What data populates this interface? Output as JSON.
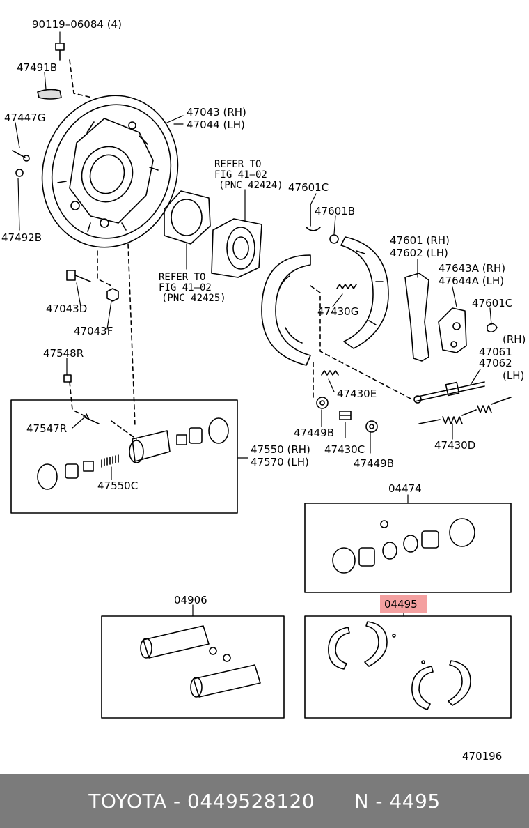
{
  "labels": {
    "p90119": "90119–06084 (4)",
    "p47491B": "47491B",
    "p47447G": "47447G",
    "p47492B": "47492B",
    "p47043rh": "47043 (RH)",
    "p47044lh": "47044 (LH)",
    "refer1_a": "REFER TO",
    "refer1_b": "FIG 41–02",
    "refer1_c": "(PNC 42424)",
    "refer2_a": "REFER TO",
    "refer2_b": "FIG 41–02",
    "refer2_c": "(PNC 42425)",
    "p47601C_top": "47601C",
    "p47601B": "47601B",
    "p47601rh": "47601 (RH)",
    "p47602lh": "47602 (LH)",
    "p47643A": "47643A (RH)",
    "p47644A": "47644A (LH)",
    "p47601C_right": "47601C",
    "p47061rh": "(RH)",
    "p47061": "47061",
    "p47062": "47062",
    "p47062lh": "(LH)",
    "p47043D": "47043D",
    "p47043F": "47043F",
    "p47430G": "47430G",
    "p47548R": "47548R",
    "p47430E": "47430E",
    "p47547R": "47547R",
    "p47449B_left": "47449B",
    "p47430C": "47430C",
    "p47449B_right": "47449B",
    "p47430D": "47430D",
    "p47550rh": "47550 (RH)",
    "p47570lh": "47570 (LH)",
    "p47550C": "47550C",
    "p04474": "04474",
    "p04906": "04906",
    "p04495": "04495",
    "diagram_id": "470196"
  },
  "highlight_color": "#f4a0a0",
  "footer": {
    "brand": "TOYOTA",
    "part_number": "0449528120",
    "ref": "N - 4495"
  }
}
